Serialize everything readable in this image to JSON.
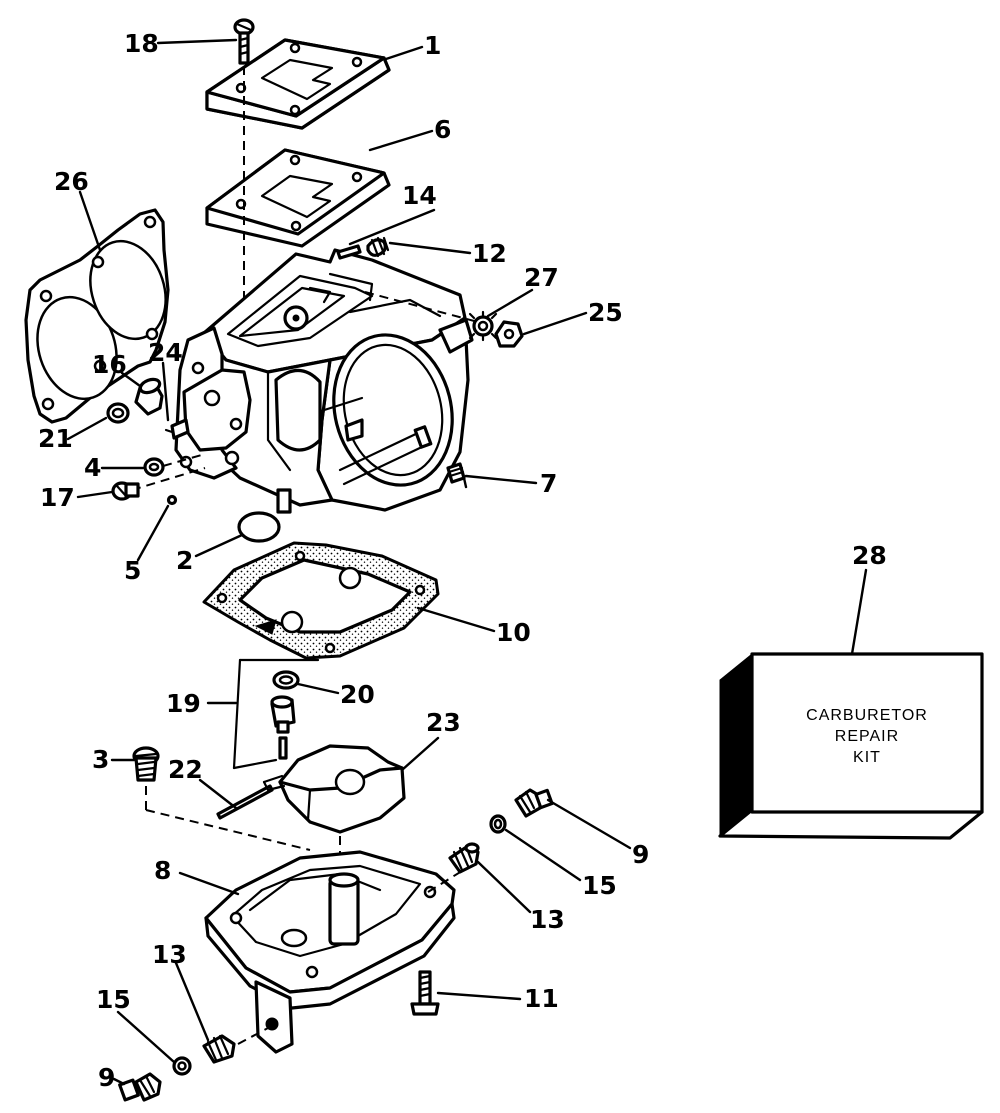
{
  "callouts": [
    {
      "id": "c1",
      "text": "1"
    },
    {
      "id": "c2",
      "text": "2"
    },
    {
      "id": "c3",
      "text": "3"
    },
    {
      "id": "c4",
      "text": "4"
    },
    {
      "id": "c5",
      "text": "5"
    },
    {
      "id": "c6",
      "text": "6"
    },
    {
      "id": "c7",
      "text": "7"
    },
    {
      "id": "c8",
      "text": "8"
    },
    {
      "id": "c9a",
      "text": "9"
    },
    {
      "id": "c9b",
      "text": "9"
    },
    {
      "id": "c10",
      "text": "10"
    },
    {
      "id": "c11",
      "text": "11"
    },
    {
      "id": "c12",
      "text": "12"
    },
    {
      "id": "c13a",
      "text": "13"
    },
    {
      "id": "c13b",
      "text": "13"
    },
    {
      "id": "c14",
      "text": "14"
    },
    {
      "id": "c15a",
      "text": "15"
    },
    {
      "id": "c15b",
      "text": "15"
    },
    {
      "id": "c16",
      "text": "16"
    },
    {
      "id": "c17",
      "text": "17"
    },
    {
      "id": "c18",
      "text": "18"
    },
    {
      "id": "c19",
      "text": "19"
    },
    {
      "id": "c20",
      "text": "20"
    },
    {
      "id": "c21",
      "text": "21"
    },
    {
      "id": "c22",
      "text": "22"
    },
    {
      "id": "c23",
      "text": "23"
    },
    {
      "id": "c24",
      "text": "24"
    },
    {
      "id": "c25",
      "text": "25"
    },
    {
      "id": "c26",
      "text": "26"
    },
    {
      "id": "c27",
      "text": "27"
    },
    {
      "id": "c28",
      "text": "28"
    }
  ],
  "kit_box": {
    "line1": "CARBURETOR",
    "line2": "REPAIR",
    "line3": "KIT"
  }
}
